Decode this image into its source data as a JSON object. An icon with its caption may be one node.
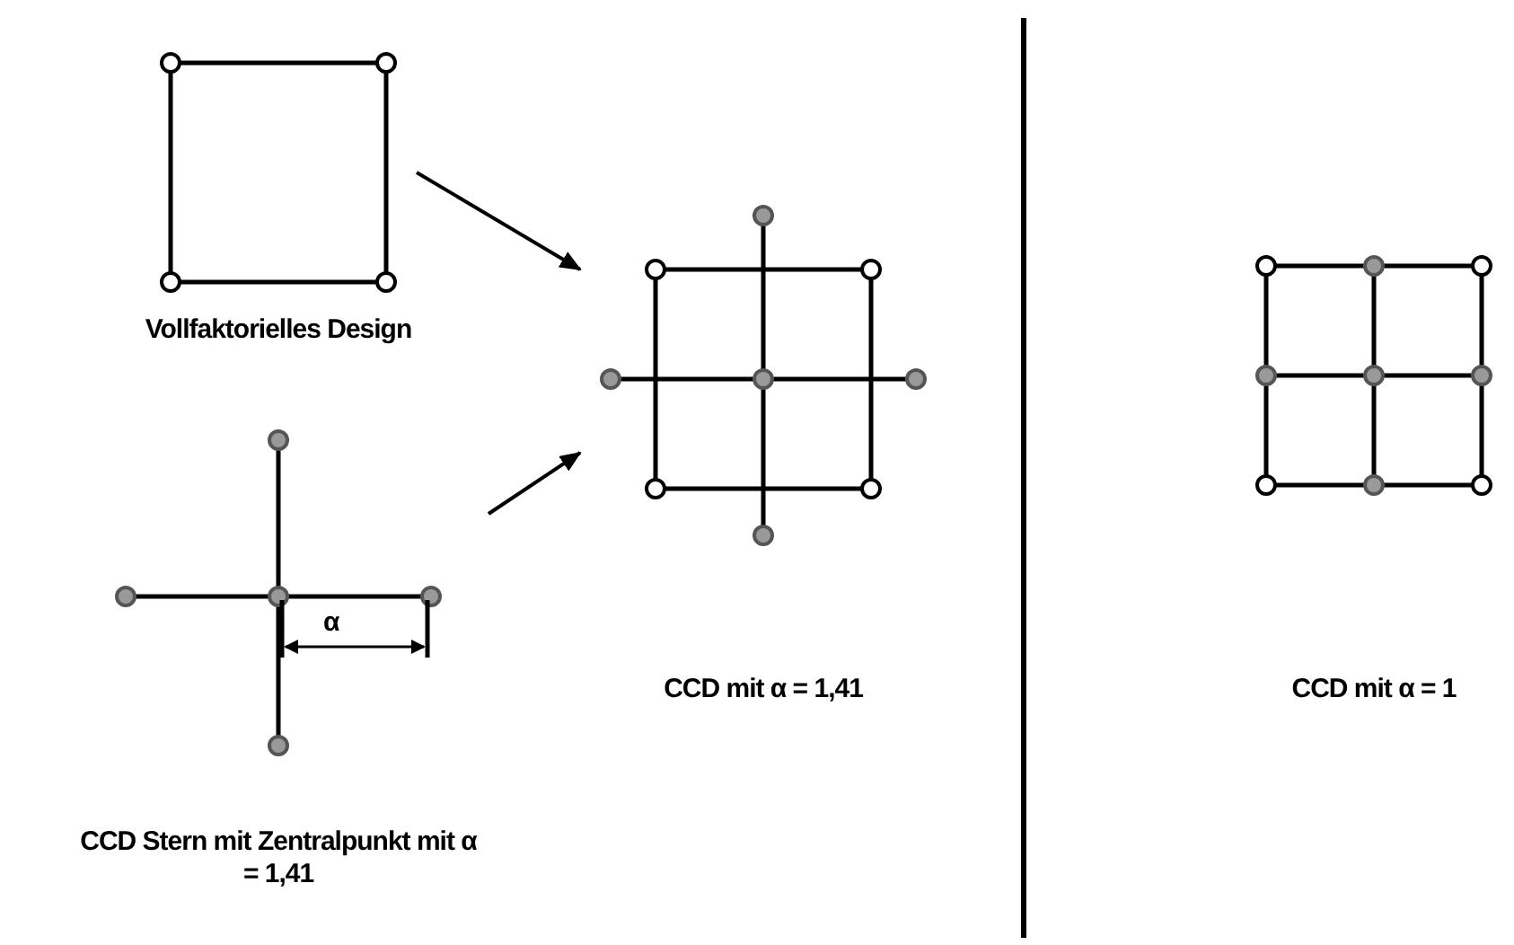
{
  "diagram": {
    "nodes": [
      {
        "text": [
          "Vollfaktorielles Design"
        ]
      },
      {
        "text": [
          "CCD Stern mit Zentralpunkt mit α = 1,41"
        ]
      },
      {
        "text": [
          "CCD mit α = 1,41"
        ]
      },
      {
        "text": [
          "CCD mit α = 1"
        ]
      }
    ],
    "edges": [
      {
        "from": 0,
        "to": 2,
        "arrow": "to"
      },
      {
        "from": 1,
        "to": 2,
        "arrow": "to"
      }
    ],
    "labels": [
      "α"
    ]
  }
}
